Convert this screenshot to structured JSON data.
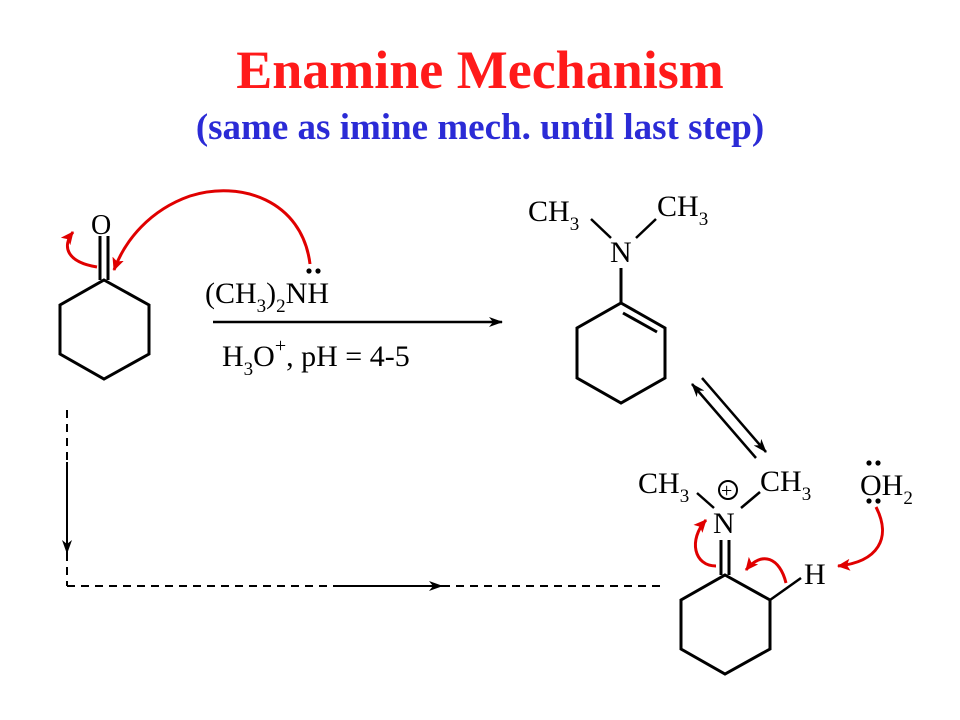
{
  "slide": {
    "title": "Enamine Mechanism",
    "subtitle": "(same as imine mech. until last step)"
  },
  "colors": {
    "title": "#ff1a1a",
    "subtitle": "#2b2bd6",
    "arrow_red": "#e00000",
    "bond": "#000000"
  },
  "reagents": {
    "reagent_main": "(CH",
    "reagent_sub3": "3",
    "reagent_sub2": ")",
    "reagent_sub2b": "2",
    "reagent_N": "NH",
    "conditions_H": "H",
    "conditions_sub3": "3",
    "conditions_O": "O",
    "conditions_plus": "+",
    "conditions_rest": ", pH = 4-5"
  },
  "ketone": {
    "O_label": "O"
  },
  "enamine": {
    "CH3_left": "CH",
    "CH3_left_sub": "3",
    "CH3_right": "CH",
    "CH3_right_sub": "3",
    "N_label": "N"
  },
  "iminium": {
    "CH3_left": "CH",
    "CH3_left_sub": "3",
    "CH3_right": "CH",
    "CH3_right_sub": "3",
    "N_label": "N",
    "charge": "+",
    "H_label": "H"
  },
  "water": {
    "O_label": "O",
    "H_label": "H",
    "H_sub": "2"
  }
}
